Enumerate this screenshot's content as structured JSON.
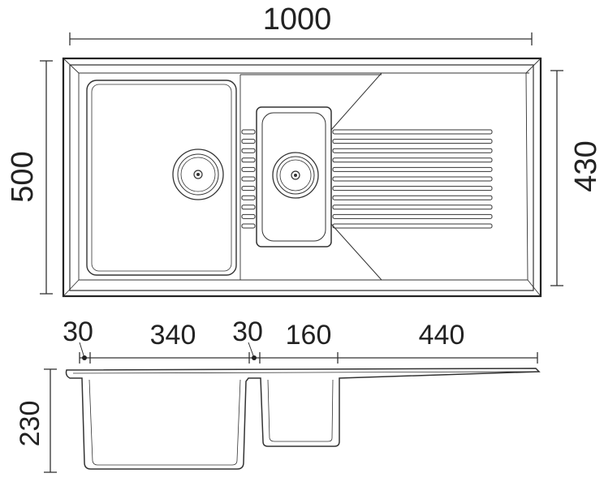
{
  "top_view": {
    "overall_width": "1000",
    "overall_depth": "500",
    "drainer_depth": "430"
  },
  "section_view": {
    "edge_left": "30",
    "main_bowl_width": "340",
    "divider": "30",
    "small_bowl_width": "160",
    "drainer_length": "440",
    "bowl_depth": "230"
  }
}
